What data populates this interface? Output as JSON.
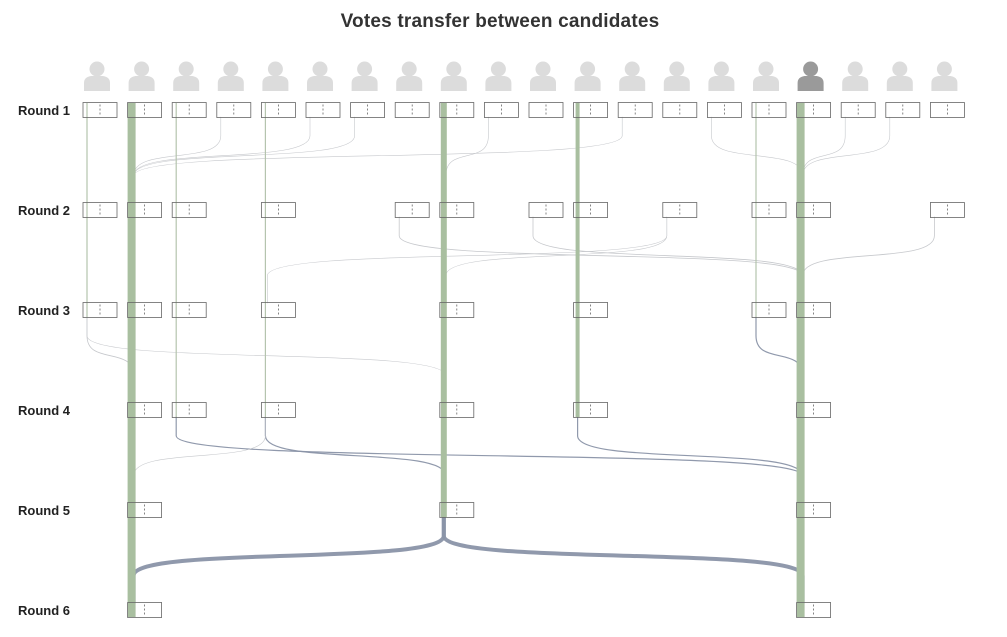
{
  "title": "Votes transfer between candidates",
  "rounds": [
    "Round 1",
    "Round 2",
    "Round 3",
    "Round 4",
    "Round 5",
    "Round 6"
  ],
  "candidate_count": 20,
  "winner_candidate": 17,
  "colors": {
    "avatar": "#dcdcdc",
    "avatar_winner": "#9a9a9a",
    "box_border": "#666666",
    "retained_bar": "#a9bfa0",
    "transfer_flow": "#8a94a8",
    "faint_flow": "#c6c8cc"
  },
  "survivors_by_round": [
    [
      1,
      2,
      3,
      4,
      5,
      6,
      7,
      8,
      9,
      10,
      11,
      12,
      13,
      14,
      15,
      16,
      17,
      18,
      19,
      20
    ],
    [
      1,
      2,
      3,
      5,
      8,
      9,
      11,
      12,
      14,
      16,
      17,
      20
    ],
    [
      1,
      2,
      3,
      5,
      9,
      12,
      16,
      17
    ],
    [
      2,
      3,
      5,
      9,
      12,
      17
    ],
    [
      2,
      9,
      17
    ],
    [
      2,
      17
    ]
  ],
  "retained_columns": [
    {
      "candidate": 2,
      "from_round": 1,
      "to_round": 6,
      "weight": 4
    },
    {
      "candidate": 9,
      "from_round": 1,
      "to_round": 5,
      "weight": 3
    },
    {
      "candidate": 12,
      "from_round": 1,
      "to_round": 4,
      "weight": 2
    },
    {
      "candidate": 17,
      "from_round": 1,
      "to_round": 6,
      "weight": 4
    },
    {
      "candidate": 1,
      "from_round": 1,
      "to_round": 3,
      "weight": 1
    },
    {
      "candidate": 3,
      "from_round": 1,
      "to_round": 4,
      "weight": 1
    },
    {
      "candidate": 5,
      "from_round": 1,
      "to_round": 4,
      "weight": 1
    },
    {
      "candidate": 16,
      "from_round": 1,
      "to_round": 3,
      "weight": 1
    }
  ],
  "transfers": [
    {
      "from": 4,
      "to": 2,
      "round": 1,
      "weight": 0.6
    },
    {
      "from": 6,
      "to": 2,
      "round": 1,
      "weight": 0.6
    },
    {
      "from": 7,
      "to": 2,
      "round": 1,
      "weight": 0.6
    },
    {
      "from": 10,
      "to": 9,
      "round": 1,
      "weight": 0.6
    },
    {
      "from": 13,
      "to": 2,
      "round": 1,
      "weight": 0.6
    },
    {
      "from": 15,
      "to": 17,
      "round": 1,
      "weight": 0.6
    },
    {
      "from": 18,
      "to": 17,
      "round": 1,
      "weight": 0.6
    },
    {
      "from": 19,
      "to": 17,
      "round": 1,
      "weight": 0.6
    },
    {
      "from": 8,
      "to": 17,
      "round": 2,
      "weight": 0.8
    },
    {
      "from": 11,
      "to": 17,
      "round": 2,
      "weight": 0.8
    },
    {
      "from": 14,
      "to": 5,
      "round": 2,
      "weight": 0.6
    },
    {
      "from": 14,
      "to": 9,
      "round": 2,
      "weight": 0.6
    },
    {
      "from": 20,
      "to": 17,
      "round": 2,
      "weight": 0.8
    },
    {
      "from": 1,
      "to": 2,
      "round": 3,
      "weight": 0.8
    },
    {
      "from": 1,
      "to": 9,
      "round": 3,
      "weight": 0.6
    },
    {
      "from": 16,
      "to": 17,
      "round": 3,
      "weight": 1.2
    },
    {
      "from": 3,
      "to": 17,
      "round": 4,
      "weight": 1.2
    },
    {
      "from": 5,
      "to": 9,
      "round": 4,
      "weight": 1.2
    },
    {
      "from": 5,
      "to": 2,
      "round": 4,
      "weight": 0.6
    },
    {
      "from": 12,
      "to": 17,
      "round": 4,
      "weight": 1.2
    },
    {
      "from": 9,
      "to": 2,
      "round": 5,
      "weight": 4
    },
    {
      "from": 9,
      "to": 17,
      "round": 5,
      "weight": 4
    }
  ]
}
